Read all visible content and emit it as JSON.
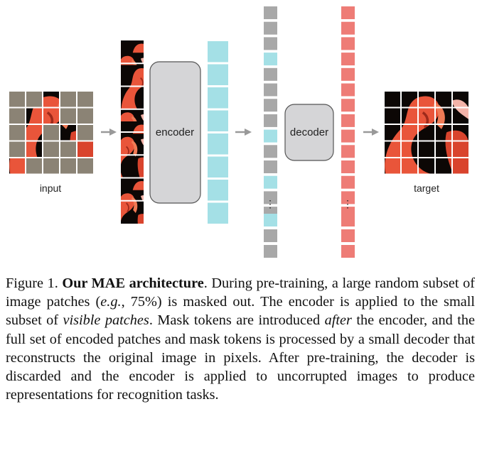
{
  "figure": {
    "labels": {
      "input": "input",
      "encoder": "encoder",
      "decoder": "decoder",
      "target": "target",
      "ellipsis": "⋮"
    },
    "masking_ratio_percent": 75,
    "visible_patch_count": 8,
    "grid_size": 5,
    "colors": {
      "mask_patch": "#8b8375",
      "mask_token": "#a8a8a8",
      "encoded_token": "#a4e0e6",
      "decoded_token": "#ee7c76",
      "box_fill": "#d5d5d7",
      "arrow": "#999999",
      "flamingo": "#e9553a",
      "background": "#0c0705"
    },
    "icons": [
      "arrow-right-icon"
    ]
  },
  "caption": {
    "figure_number": "Figure 1.",
    "title": "Our MAE architecture",
    "s1": ". During pre-training, a large random subset of image patches (",
    "eg": "e.g.",
    "s2": ", 75%) is masked out. The encoder is applied to the small subset of ",
    "visible": "visible patches",
    "s3": ". Mask tokens are introduced ",
    "after": "after",
    "s4": " the encoder, and the full set of encoded patches and mask tokens is processed by a small decoder that reconstructs the original image in pixels. After pre-training, the decoder is discarded and the encoder is applied to uncorrupted images to produce representations for recognition tasks."
  }
}
